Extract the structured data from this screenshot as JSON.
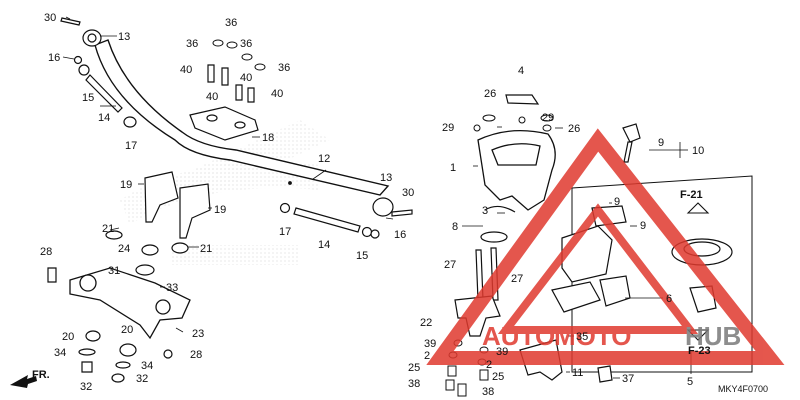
{
  "callouts": {
    "c1": "1",
    "c2a": "2",
    "c2b": "2",
    "c3": "3",
    "c4": "4",
    "c5": "5",
    "c6": "6",
    "c8": "8",
    "c9a": "9",
    "c9b": "9",
    "c9c": "9",
    "c10": "10",
    "c11": "11",
    "c12": "12",
    "c13a": "13",
    "c13b": "13",
    "c14a": "14",
    "c14b": "14",
    "c15a": "15",
    "c15b": "15",
    "c16a": "16",
    "c16b": "16",
    "c17a": "17",
    "c17b": "17",
    "c18": "18",
    "c19a": "19",
    "c19b": "19",
    "c20a": "20",
    "c20b": "20",
    "c21a": "21",
    "c21b": "21",
    "c22": "22",
    "c23": "23",
    "c24": "24",
    "c25a": "25",
    "c25b": "25",
    "c26a": "26",
    "c26b": "26",
    "c27a": "27",
    "c27b": "27",
    "c28a": "28",
    "c28b": "28",
    "c29a": "29",
    "c29b": "29",
    "c30a": "30",
    "c30b": "30",
    "c31": "31",
    "c32a": "32",
    "c32b": "32",
    "c33": "33",
    "c34a": "34",
    "c34b": "34",
    "c35": "35",
    "c36a": "36",
    "c36b": "36",
    "c36c": "36",
    "c36d": "36",
    "c37": "37",
    "c38a": "38",
    "c38b": "38",
    "c39a": "39",
    "c39b": "39",
    "c40a": "40",
    "c40b": "40",
    "c40c": "40",
    "c40d": "40"
  },
  "frames": {
    "f21": "F-21",
    "f23": "F-23"
  },
  "direction_label": "FR.",
  "diagram_code": "MKY4F0700",
  "watermark": {
    "part1": "AUTO",
    "part2": "MOTO",
    "part3": "HUB",
    "color_red": "#e0392e",
    "color_gray": "#7a7a7a"
  }
}
